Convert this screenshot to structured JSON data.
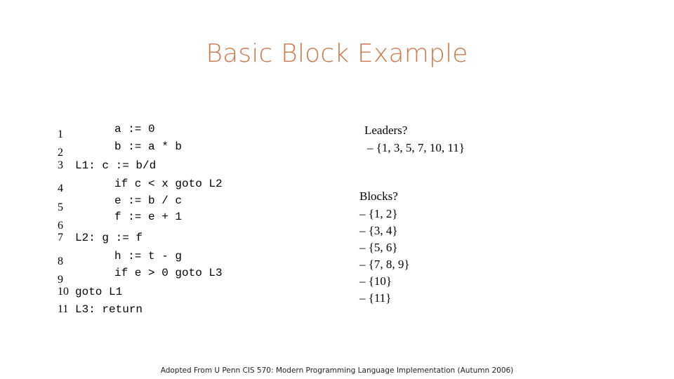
{
  "title": "Basic Block Example",
  "code": {
    "line_numbers": [
      "1",
      "2",
      "3",
      "4",
      "5",
      "6",
      "7",
      "8",
      "9",
      "10",
      "11"
    ],
    "lines": [
      "a := 0",
      "b := a * b",
      "L1: c := b/d",
      "if c < x goto L2",
      "e := b / c",
      "f := e + 1",
      "L2: g := f",
      "h := t - g",
      "if e > 0 goto L3",
      "goto L1",
      "L3: return"
    ]
  },
  "leaders": {
    "heading": "Leaders?",
    "answer": "– {1, 3, 5, 7, 10, 11}"
  },
  "blocks": {
    "heading": "Blocks?",
    "items": [
      "– {1, 2}",
      "– {3, 4}",
      "– {5, 6}",
      "– {7, 8, 9}",
      "– {10}",
      "– {11}"
    ]
  },
  "footer": "Adopted From U Penn CIS 570: Modern Programming Language Implementation (Autumn 2006)",
  "colors": {
    "title": "#d0784a",
    "text": "#000000",
    "background": "#ffffff"
  }
}
